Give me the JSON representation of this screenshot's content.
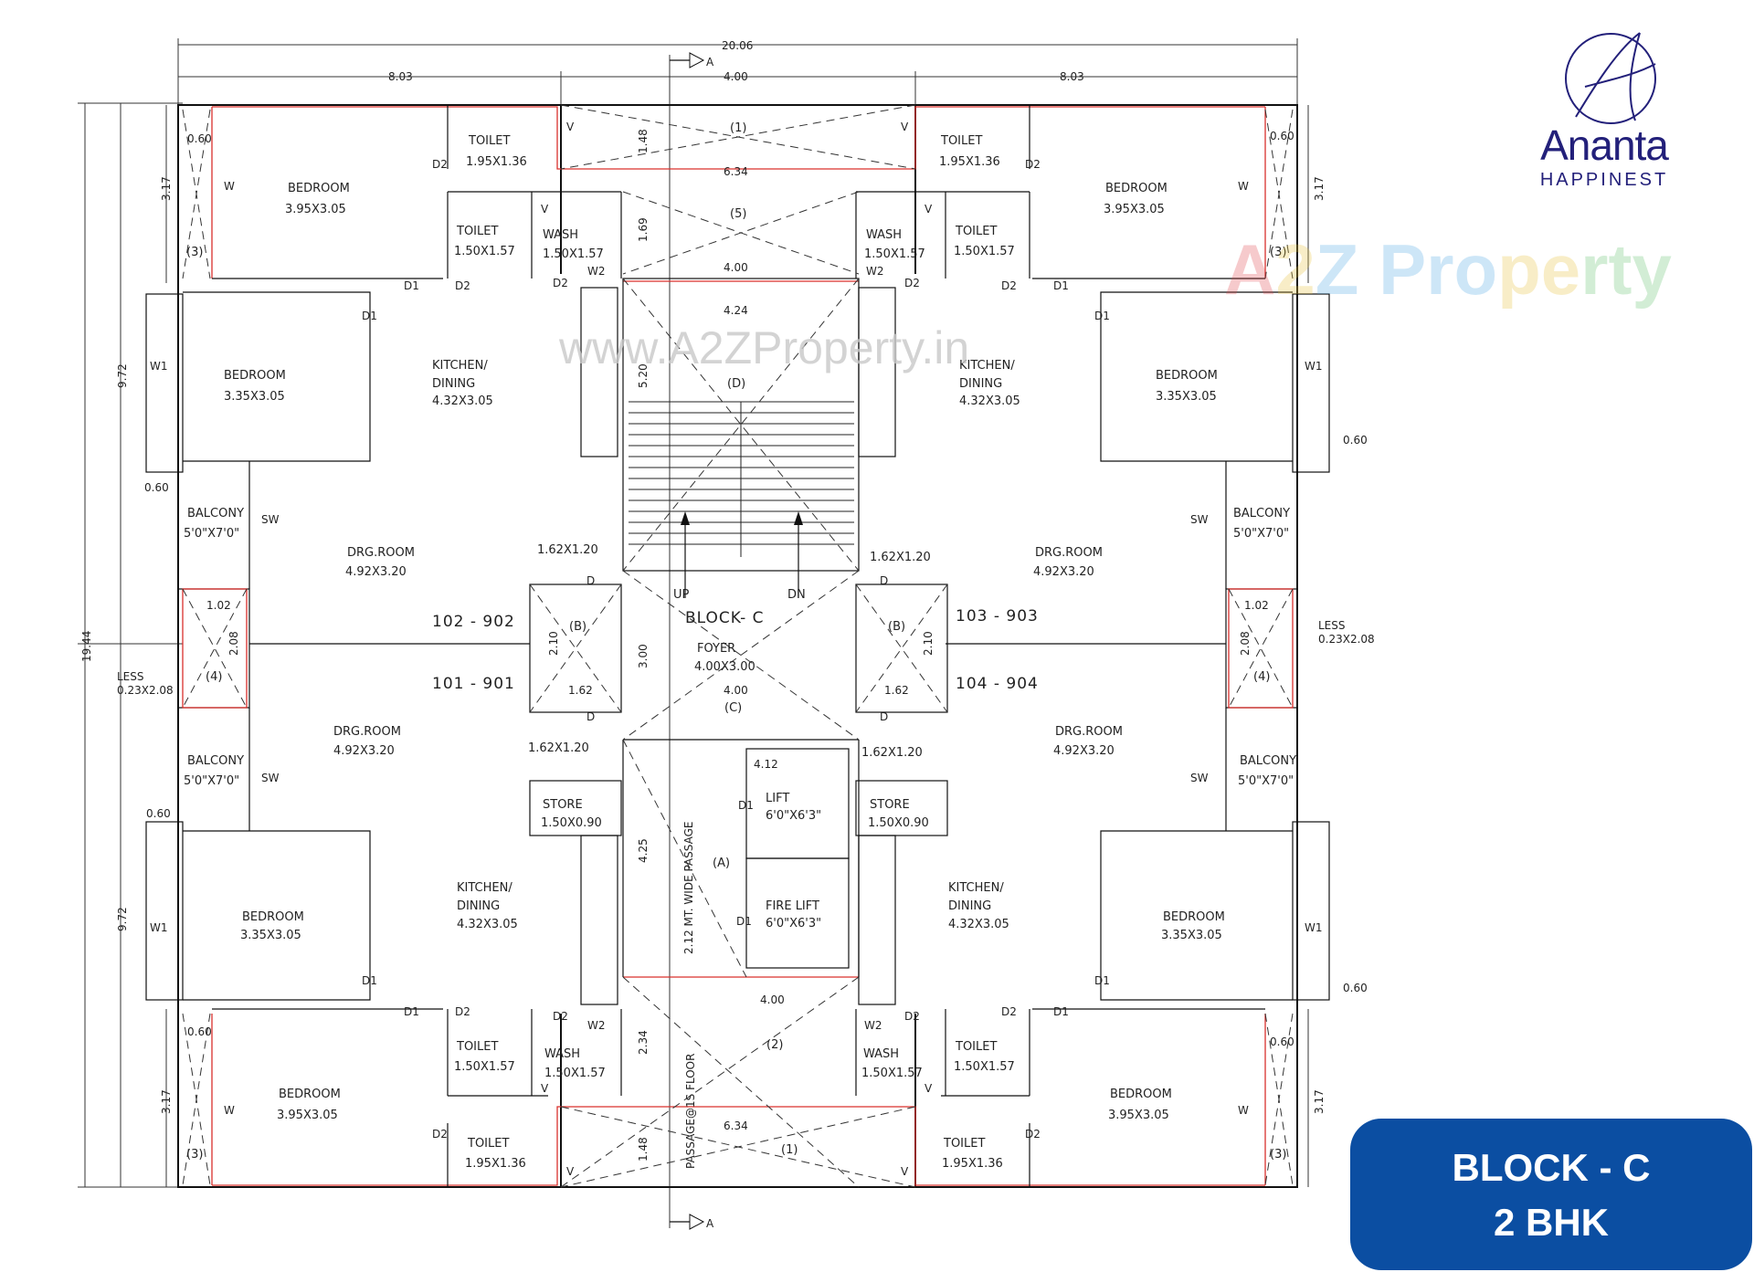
{
  "brand": {
    "name": "Ananta",
    "tagline": "HAPPINEST",
    "logo_letter": "A"
  },
  "watermark": {
    "text_a": "A",
    "text_2": "2",
    "text_z": "Z",
    "text_p": "Pro",
    "text_r": "pe",
    "text_o": "rty",
    "url": "www.A2ZProperty.in"
  },
  "badge": {
    "line1": "BLOCK - C",
    "line2": "2 BHK"
  },
  "plan": {
    "overall_width": "20.06",
    "left_width": "8.03",
    "mid_width": "4.00",
    "right_width": "8.03",
    "overall_height": "19.44",
    "half_height": "9.72",
    "corner_depth": "3.17",
    "section_mark": "A",
    "block_name": "BLOCK- C",
    "foyer": {
      "name": "FOYER",
      "size": "4.00X3.00",
      "tag": "(C)"
    },
    "stair": {
      "up": "UP",
      "dn": "DN",
      "tag": "(D)",
      "len": "5.20",
      "width": "4.24",
      "width2": "4.00"
    },
    "lift": {
      "name": "LIFT",
      "size": "6'0\"X6'3\""
    },
    "fire_lift": {
      "name": "FIRE LIFT",
      "size": "6'0\"X6'3\""
    },
    "passage": {
      "label": "2.12 MT. WIDE PASSAGE",
      "tag": "(A)",
      "dim": "4.25"
    },
    "passage_floor": "PASSAGE@1S FLOOR",
    "units": {
      "tl": "102 - 902",
      "bl": "101 - 901",
      "tr": "103 - 903",
      "br": "104 - 904"
    },
    "rooms": {
      "bedroom": "BEDROOM",
      "bed_big": "3.95X3.05",
      "bed_small": "3.35X3.05",
      "toilet": "TOILET",
      "toilet_big": "1.95X1.36",
      "toilet_small": "1.50X1.57",
      "wash": "WASH",
      "wash_size": "1.50X1.57",
      "kitchen1": "KITCHEN/",
      "kitchen2": "DINING",
      "kitchen_size": "4.32X3.05",
      "drg": "DRG.ROOM",
      "drg_size": "4.92X3.20",
      "balcony": "BALCONY",
      "balcony_size": "5'0\"X7'0\"",
      "store": "STORE",
      "store_size": "1.50X0.90",
      "lobby": "1.62X1.20",
      "less": "LESS",
      "less_size": "0.23X2.08"
    },
    "dims": {
      "d060": "0.60",
      "d634": "6.34",
      "d148": "1.48",
      "d169": "1.69",
      "d400": "4.00",
      "d102": "1.02",
      "d208": "2.08",
      "d210": "2.10",
      "d162": "1.62",
      "d300": "3.00",
      "d412": "4.12",
      "d234": "2.34"
    },
    "tags": {
      "t1": "(1)",
      "t2": "(2)",
      "t3": "(3)",
      "t4": "(4)",
      "t5": "(5)",
      "tb": "(B)"
    },
    "doors": {
      "d1": "D1",
      "d2": "D2",
      "d": "D",
      "w": "W",
      "w1": "W1",
      "w2": "W2",
      "sw": "SW",
      "v": "V"
    }
  }
}
